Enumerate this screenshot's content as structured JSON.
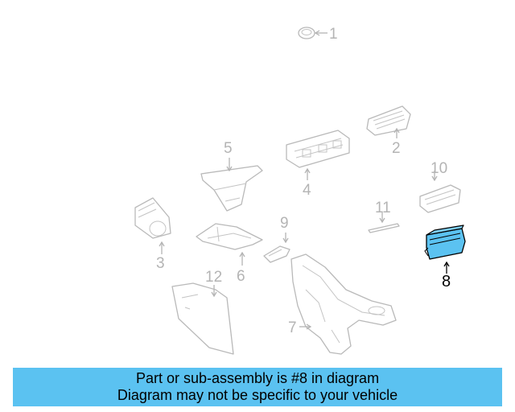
{
  "diagram": {
    "callouts": [
      {
        "id": "1",
        "label": "1"
      },
      {
        "id": "2",
        "label": "2"
      },
      {
        "id": "3",
        "label": "3"
      },
      {
        "id": "4",
        "label": "4"
      },
      {
        "id": "5",
        "label": "5"
      },
      {
        "id": "6",
        "label": "6"
      },
      {
        "id": "7",
        "label": "7"
      },
      {
        "id": "8",
        "label": "8"
      },
      {
        "id": "9",
        "label": "9"
      },
      {
        "id": "10",
        "label": "10"
      },
      {
        "id": "11",
        "label": "11"
      },
      {
        "id": "12",
        "label": "12"
      }
    ],
    "highlighted_part": "8",
    "colors": {
      "highlight_fill": "#5bc2f1",
      "line_gray": "#b9b9b9",
      "banner_bg": "#5bc2f1"
    }
  },
  "banner": {
    "line1": "Part or sub-assembly is #8 in diagram",
    "line2": "Diagram may not be specific to your vehicle"
  }
}
